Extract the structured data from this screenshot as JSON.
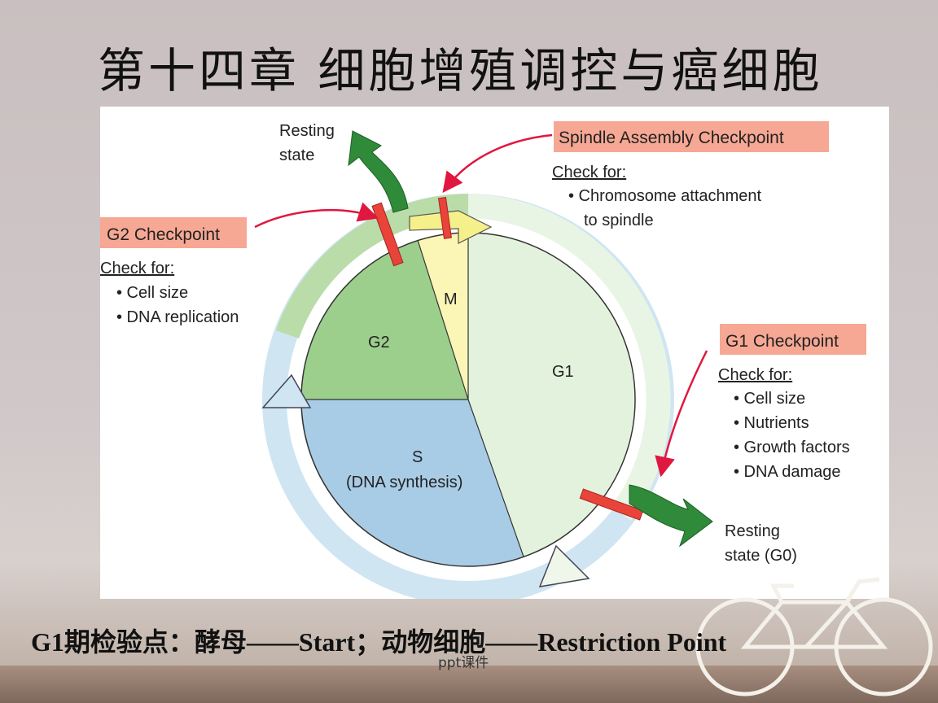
{
  "slide": {
    "title": "第十四章 细胞增殖调控与癌细胞",
    "footer": "G1期检验点：酵母——Start；动物细胞——Restriction Point",
    "page_note": "ppt课件"
  },
  "diagram": {
    "phases": {
      "m": "M",
      "g1": "G1",
      "g2": "G2",
      "s": "S",
      "s_sub": "(DNA synthesis)"
    },
    "resting_top": [
      "Resting",
      "state"
    ],
    "resting_bottom": [
      "Resting",
      "state (G0)"
    ],
    "spindle": {
      "title": "Spindle Assembly Checkpoint",
      "check_for": "Check for:",
      "items": [
        "• Chromosome attachment",
        "to spindle"
      ]
    },
    "g2_checkpoint": {
      "title": "G2 Checkpoint",
      "check_for": "Check for:",
      "items": [
        "• Cell size",
        "• DNA replication"
      ]
    },
    "g1_checkpoint": {
      "title": "G1 Checkpoint",
      "check_for": "Check for:",
      "items": [
        "• Cell size",
        "• Nutrients",
        "• Growth factors",
        "• DNA damage"
      ]
    },
    "colors": {
      "g1": "#e3f2dd",
      "g2": "#9ccf8c",
      "s": "#a9cce6",
      "m": "#fbf6b6",
      "checkpoint_bar": "#e8443a",
      "pointer": "#e0173f",
      "resting_arrow": "#2f8a3a",
      "label_box": "#f6a894"
    }
  }
}
